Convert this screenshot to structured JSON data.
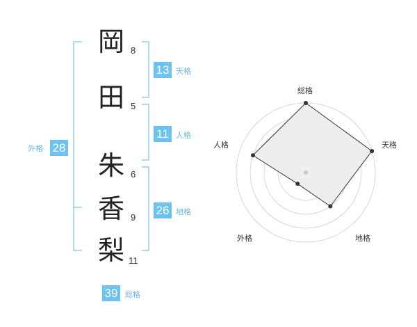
{
  "name": {
    "chars": [
      {
        "char": "岡",
        "strokes": "8"
      },
      {
        "char": "田",
        "strokes": "5"
      },
      {
        "char": "朱",
        "strokes": "6"
      },
      {
        "char": "香",
        "strokes": "9"
      },
      {
        "char": "梨",
        "strokes": "11"
      }
    ]
  },
  "fortunes": {
    "tenkaku": {
      "value": "13",
      "label": "天格"
    },
    "jinkaku": {
      "value": "11",
      "label": "人格"
    },
    "chikaku": {
      "value": "26",
      "label": "地格"
    },
    "gaikaku": {
      "value": "28",
      "label": "外格"
    },
    "soukaku": {
      "value": "39",
      "label": "総格"
    }
  },
  "chart_data": {
    "type": "radar",
    "axes": [
      "総格",
      "天格",
      "地格",
      "外格",
      "人格"
    ],
    "values": [
      5,
      5,
      3,
      1,
      4
    ],
    "max": 5,
    "levels": 5
  },
  "colors": {
    "accent": "#6cc3f0",
    "bracket": "#8fcff2",
    "radar_fill": "#eeeeee",
    "radar_line": "#333333",
    "grid": "#cccccc"
  }
}
